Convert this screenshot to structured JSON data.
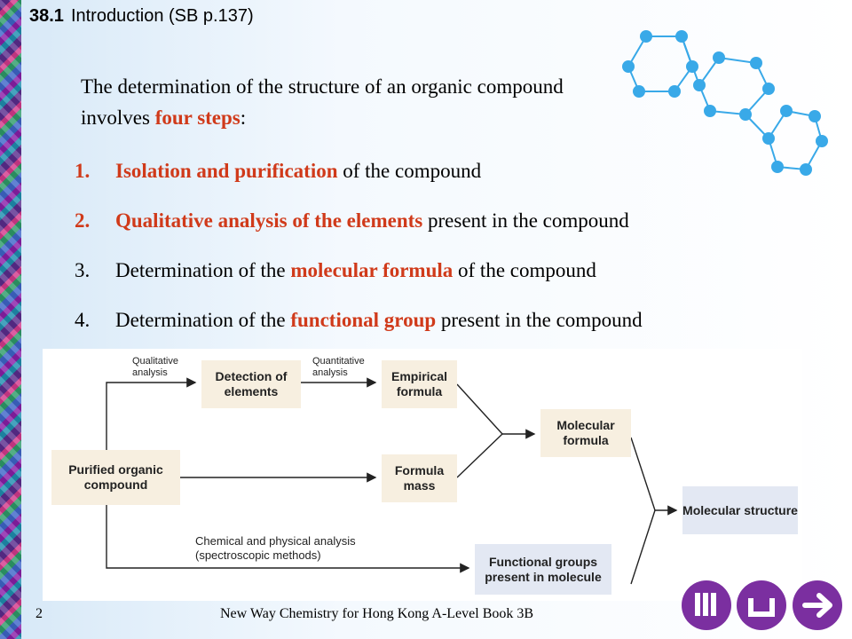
{
  "header": {
    "section_number": "38.1",
    "title": "Introduction (SB p.137)"
  },
  "intro": {
    "line1": "The determination of the structure of an organic compound",
    "line2_before": "involves ",
    "line2_highlight": "four steps",
    "line2_after": ":"
  },
  "steps": [
    {
      "index": "1.",
      "highlight": "Isolation and purification",
      "before": "",
      "after": " of the compound"
    },
    {
      "index": "2.",
      "highlight": "Qualitative analysis of the elements",
      "before": "",
      "after": " present in the compound"
    },
    {
      "index": "3.",
      "highlight": "molecular formula",
      "before": "Determination of the ",
      "after": " of the compound"
    },
    {
      "index": "4.",
      "highlight": "functional group",
      "before": "Determination of the ",
      "after": " present in the compound"
    }
  ],
  "diagram": {
    "purified": "Purified organic compound",
    "detection": "Detection of elements",
    "empirical": "Empirical formula",
    "formula_mass": "Formula mass",
    "molecular_formula": "Molecular formula",
    "molecular_structure": "Molecular structure",
    "functional_groups": "Functional groups present in molecule",
    "label_qualitative": "Qualitative analysis",
    "label_quantitative": "Quantitative analysis",
    "label_chemical": "Chemical and physical analysis (spectroscopic methods)"
  },
  "footer": {
    "page_number": "2",
    "book": "New Way Chemistry for Hong Kong A-Level Book 3B"
  },
  "nav": {
    "color": "#7b2fa0"
  },
  "colors": {
    "highlight": "#d03a1a",
    "cream_box": "#f7efe0",
    "blue_box": "#e3e8f3"
  }
}
